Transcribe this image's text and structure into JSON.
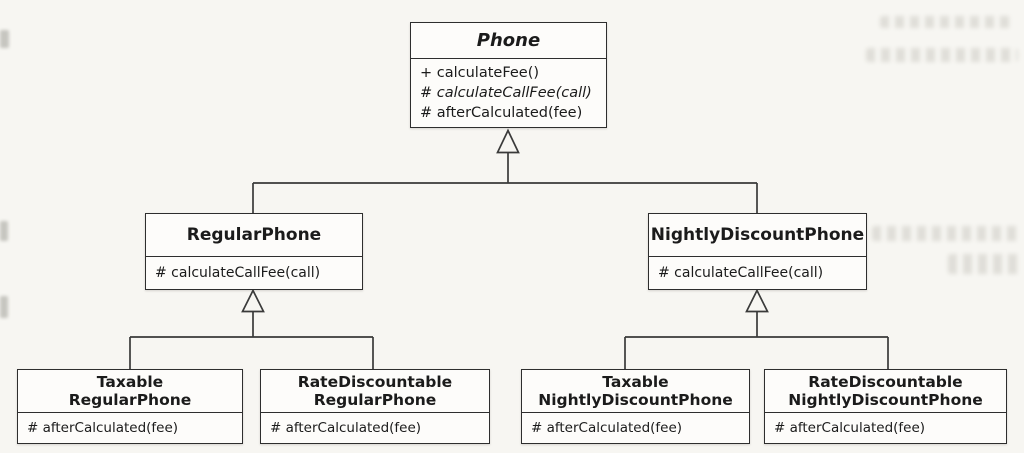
{
  "diagram": {
    "type": "uml-class-diagram",
    "colors": {
      "page_background": "#f7f6f2",
      "box_fill": "#fdfcfa",
      "line_stroke": "#3a3a3a",
      "text": "#1b1b1b"
    },
    "classes": {
      "phone": {
        "name": "Phone",
        "abstract": true,
        "methods": [
          "+ calculateFee()",
          "# calculateCallFee(call)",
          "# afterCalculated(fee)"
        ]
      },
      "regularPhone": {
        "name": "RegularPhone",
        "methods": [
          "# calculateCallFee(call)"
        ]
      },
      "nightlyDiscountPhone": {
        "name": "NightlyDiscountPhone",
        "methods": [
          "# calculateCallFee(call)"
        ]
      },
      "taxableRegularPhone": {
        "name_line1": "Taxable",
        "name_line2": "RegularPhone",
        "methods": [
          "# afterCalculated(fee)"
        ]
      },
      "rateDiscountableRegularPhone": {
        "name_line1": "RateDiscountable",
        "name_line2": "RegularPhone",
        "methods": [
          "# afterCalculated(fee)"
        ]
      },
      "taxableNightlyDiscountPhone": {
        "name_line1": "Taxable",
        "name_line2": "NightlyDiscountPhone",
        "methods": [
          "# afterCalculated(fee)"
        ]
      },
      "rateDiscountableNightlyDiscountPhone": {
        "name_line1": "RateDiscountable",
        "name_line2": "NightlyDiscountPhone",
        "methods": [
          "# afterCalculated(fee)"
        ]
      }
    },
    "relationships": [
      {
        "type": "generalization",
        "from": "RegularPhone",
        "to": "Phone"
      },
      {
        "type": "generalization",
        "from": "NightlyDiscountPhone",
        "to": "Phone"
      },
      {
        "type": "generalization",
        "from": "TaxableRegularPhone",
        "to": "RegularPhone"
      },
      {
        "type": "generalization",
        "from": "RateDiscountableRegularPhone",
        "to": "RegularPhone"
      },
      {
        "type": "generalization",
        "from": "TaxableNightlyDiscountPhone",
        "to": "NightlyDiscountPhone"
      },
      {
        "type": "generalization",
        "from": "RateDiscountableNightlyDiscountPhone",
        "to": "NightlyDiscountPhone"
      }
    ]
  }
}
